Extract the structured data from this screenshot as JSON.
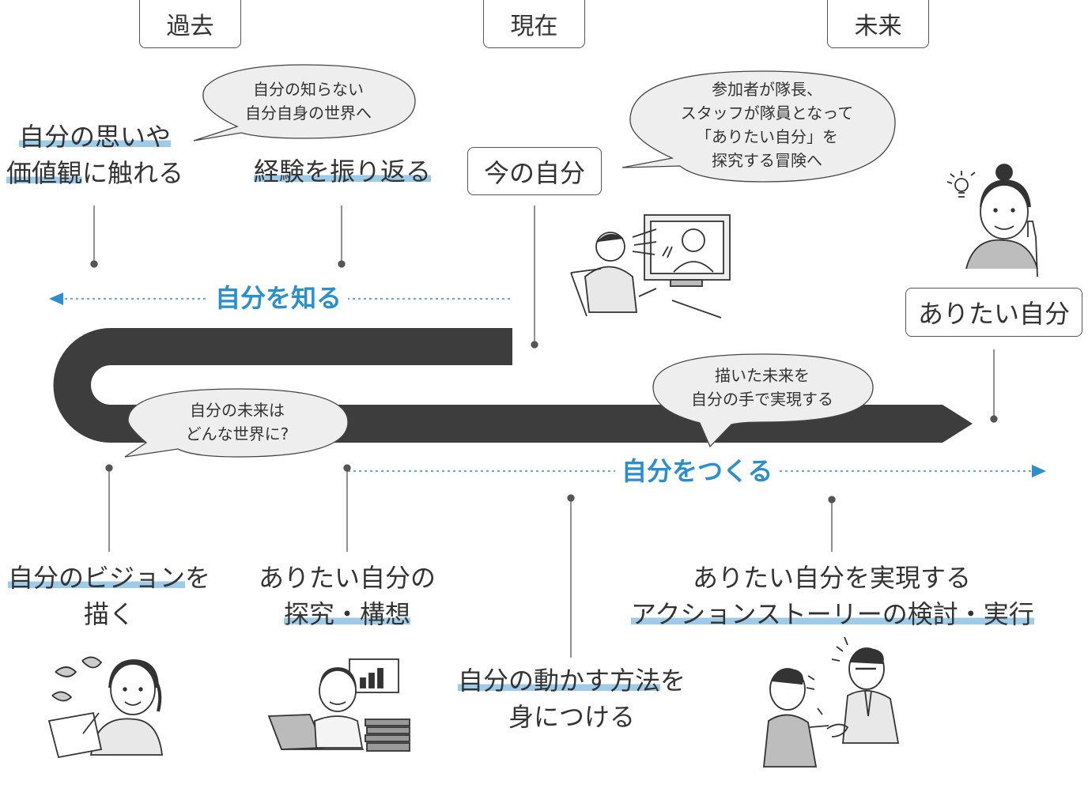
{
  "timeline": {
    "past": "過去",
    "present": "現在",
    "future": "未来"
  },
  "boxes": {
    "current_self": "今の自分",
    "ideal_self": "ありたい自分"
  },
  "flows": {
    "know_self": "自分を知る",
    "make_self": "自分をつくる"
  },
  "bubbles": {
    "unknown_world": [
      "自分の知らない",
      "自分自身の世界へ"
    ],
    "adventure": [
      "参加者が隊長、",
      "スタッフが隊員となって",
      "「ありたい自分」を",
      "探究する冒険へ"
    ],
    "future_world": [
      "自分の未来は",
      "どんな世界に?"
    ],
    "realize_future": [
      "描いた未来を",
      "自分の手で実現する"
    ]
  },
  "steps": {
    "values": {
      "hl": "自分の思いや",
      "line2_hl": "価値観",
      "line2_rest": "に触れる"
    },
    "reflect": {
      "hl": "経験を振り返る"
    },
    "vision": {
      "hl": "自分のビジョン",
      "rest": "を",
      "line2": "描く"
    },
    "explore": {
      "line1": "ありたい自分の",
      "line2_hl": "探究・構想"
    },
    "move": {
      "hl": "自分の動かす方法",
      "rest": "を",
      "line2": "身につける"
    },
    "action": {
      "line1": "ありたい自分を実現する",
      "line2_hl": "アクションストーリーの検討・実行"
    }
  },
  "colors": {
    "accent": "#2b8fce",
    "highlight": "#9ecbe8",
    "road": "#3d3d3d"
  }
}
